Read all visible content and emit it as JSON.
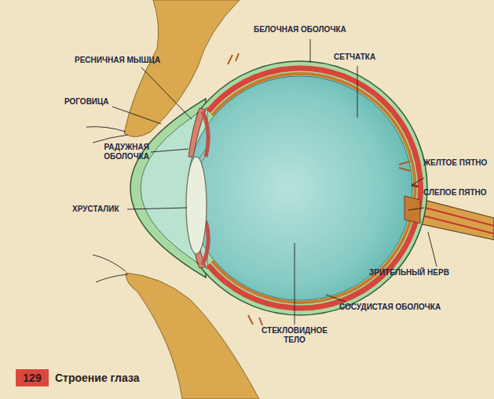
{
  "diagram": {
    "caption": "Строение глаза",
    "nodes": [
      {
        "text": [
          "129"
        ]
      }
    ],
    "labels": [
      "БЕЛОЧНАЯ ОБОЛОЧКА",
      "СЕТЧАТКА",
      "РЕСНИЧНАЯ МЫШЦА",
      "РОГОВИЦА",
      "РАДУЖНАЯ ОБОЛОЧКА",
      "ЖЕЛТОЕ ПЯТНО",
      "СЛЕПОЕ ПЯТНО",
      "ХРУСТАЛИК",
      "ЗРИТЕЛЬНЫЙ НЕРВ",
      "СОСУДИСТАЯ ОБОЛОЧКА",
      "СТЕКЛОВИДНОЕ ТЕЛО"
    ]
  }
}
